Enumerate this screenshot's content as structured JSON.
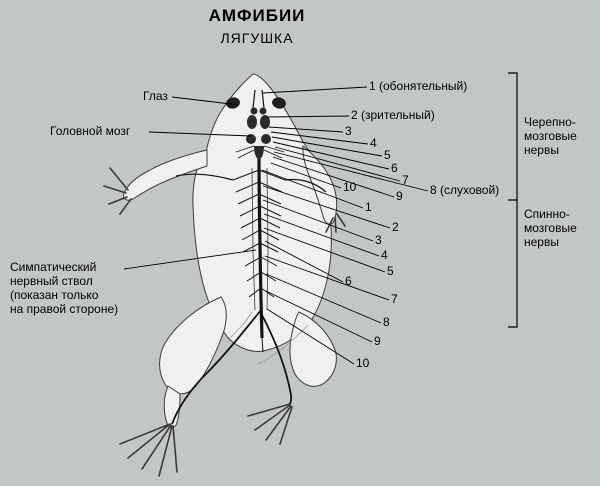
{
  "title": "АМФИБИИ",
  "subtitle": "ЛЯГУШКА",
  "left_labels": {
    "eye": "Глаз",
    "brain": "Головной мозг",
    "sympathetic_lines": [
      "Симпатический",
      "нервный ствол",
      "(показан только",
      "на правой стороне)"
    ]
  },
  "cranial": {
    "group_lines": [
      "Черепно-",
      "мозговые",
      "нервы"
    ],
    "items": [
      "1 (обонятельный)",
      "2 (зрительный)",
      "3",
      "4",
      "5",
      "6",
      "7",
      "10",
      "9",
      "8 (слуховой)"
    ]
  },
  "spinal": {
    "group_lines": [
      "Спинно-",
      "мозговые",
      "нервы"
    ],
    "items": [
      "1",
      "2",
      "3",
      "4",
      "5",
      "6",
      "7",
      "8",
      "9",
      "10"
    ]
  },
  "colors": {
    "background": "#c3c6c6",
    "ink": "#000000",
    "body_fill": "#f0f0f0"
  }
}
